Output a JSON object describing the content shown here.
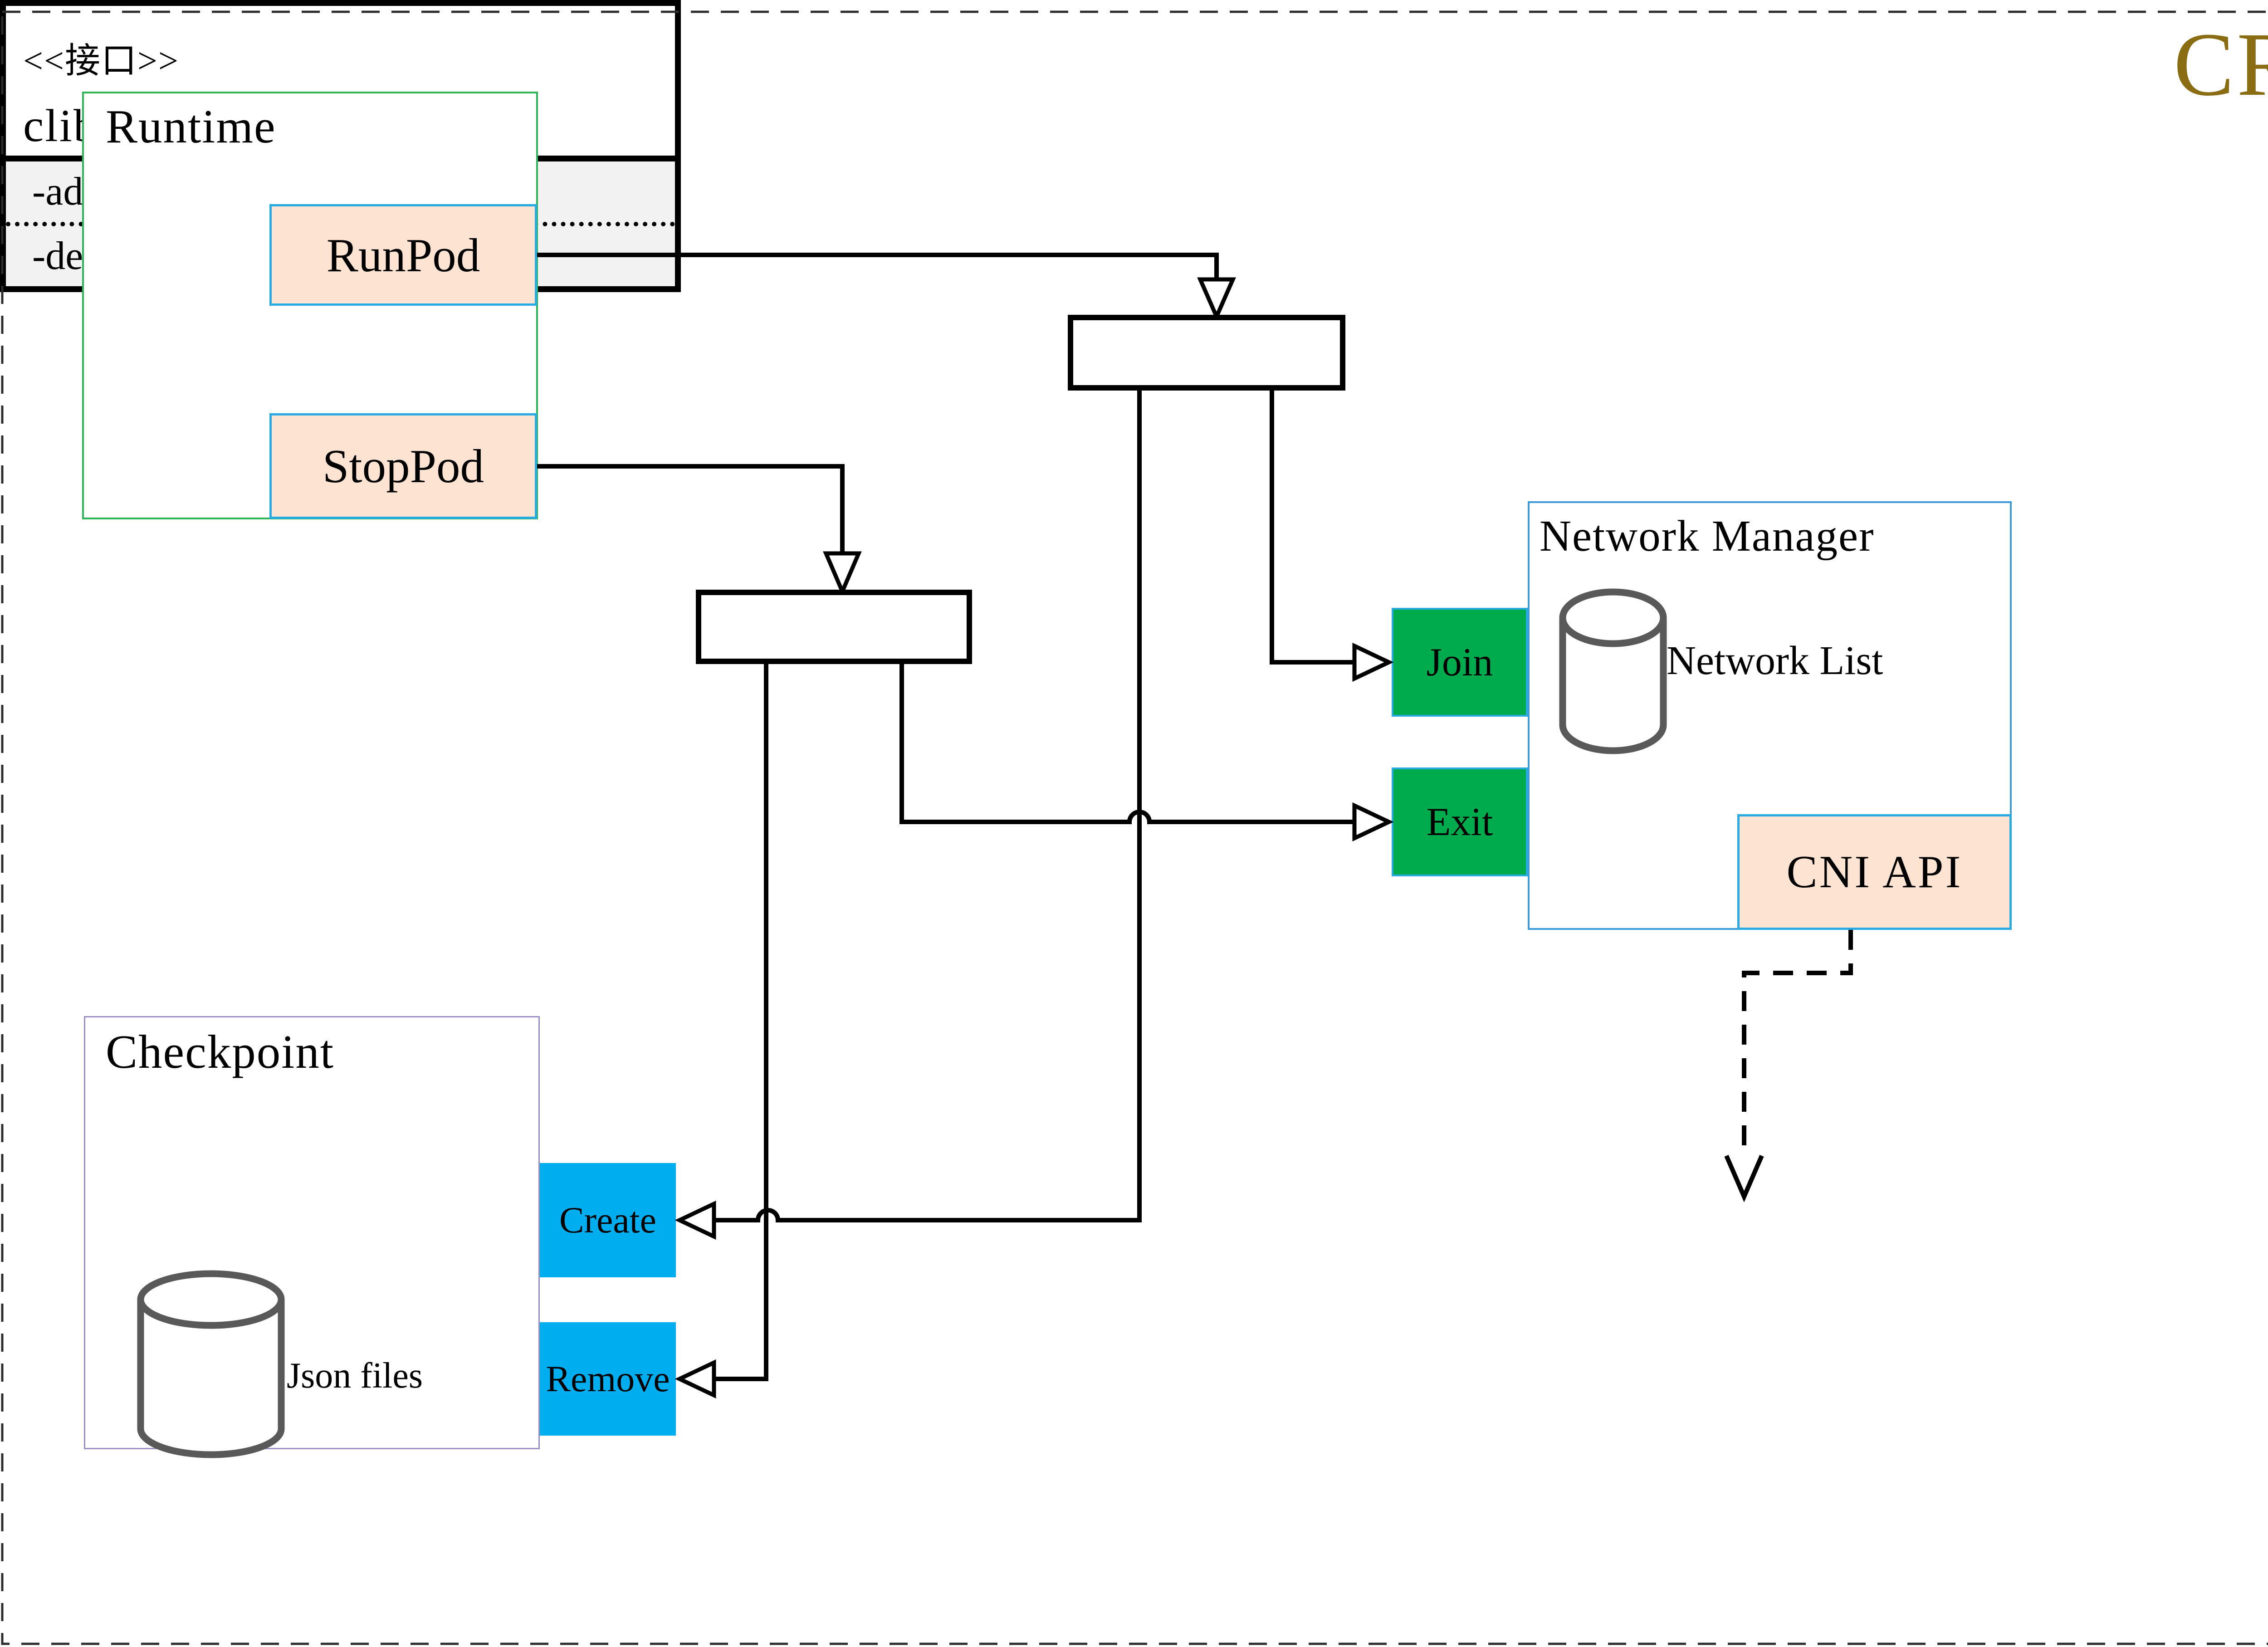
{
  "badge": {
    "label": "CRI",
    "color": "#8A6C12"
  },
  "runtime": {
    "title": "Runtime",
    "buttons": [
      {
        "label": "RunPod"
      },
      {
        "label": "StopPod"
      }
    ]
  },
  "checkpoint": {
    "title": "Checkpoint",
    "store": {
      "icon": "database-cylinder-icon",
      "label": "Json files"
    },
    "buttons": [
      {
        "label": "Create"
      },
      {
        "label": "Remove"
      }
    ]
  },
  "network_manager": {
    "title": "Network Manager",
    "store": {
      "icon": "database-cylinder-icon",
      "label": "Network List"
    },
    "buttons": [
      {
        "label": "Join"
      },
      {
        "label": "Exit"
      }
    ],
    "api_label": "CNI API"
  },
  "interface": {
    "stereotype": "<<接口>>",
    "name": "clibcni",
    "methods": [
      "-add_network_list",
      "-del_network_list"
    ]
  },
  "colors": {
    "badge_gold": "#8A6C12",
    "peach_fill": "#FCE3D2",
    "azure_border": "#29ABE2",
    "green_fill": "#00AB4E",
    "cyan_fill": "#00AEEF",
    "runtime_border": "#2FB457",
    "checkpoint_border": "#9B8EC4",
    "network_manager_border": "#3F9BD8",
    "cylinder_stroke": "#595959",
    "methods_section_bg": "#F2F2F2",
    "connector": "#000000"
  }
}
